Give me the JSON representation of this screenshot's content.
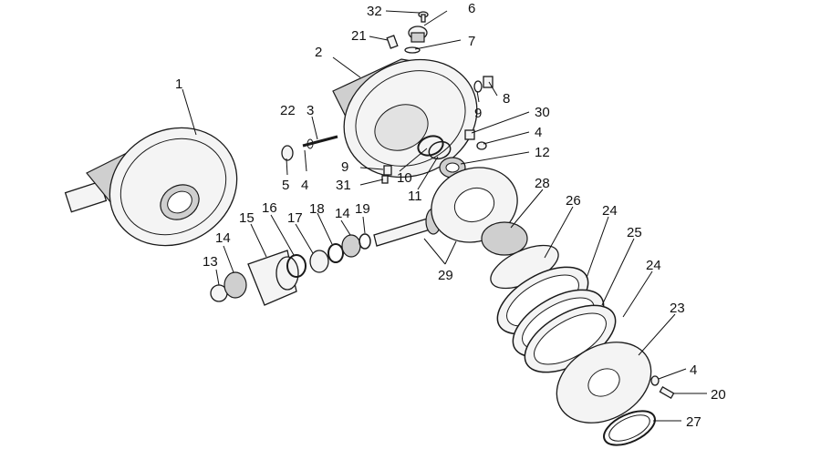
{
  "diagram": {
    "callouts": [
      {
        "id": "c1",
        "label": "1"
      },
      {
        "id": "c2",
        "label": "2"
      },
      {
        "id": "c3",
        "label": "3"
      },
      {
        "id": "c4a",
        "label": "4"
      },
      {
        "id": "c4b",
        "label": "4"
      },
      {
        "id": "c4c",
        "label": "4"
      },
      {
        "id": "c5",
        "label": "5"
      },
      {
        "id": "c6",
        "label": "6"
      },
      {
        "id": "c7",
        "label": "7"
      },
      {
        "id": "c8",
        "label": "8"
      },
      {
        "id": "c9a",
        "label": "9"
      },
      {
        "id": "c9b",
        "label": "9"
      },
      {
        "id": "c10",
        "label": "10"
      },
      {
        "id": "c11",
        "label": "11"
      },
      {
        "id": "c12",
        "label": "12"
      },
      {
        "id": "c13",
        "label": "13"
      },
      {
        "id": "c14a",
        "label": "14"
      },
      {
        "id": "c14b",
        "label": "14"
      },
      {
        "id": "c15",
        "label": "15"
      },
      {
        "id": "c16",
        "label": "16"
      },
      {
        "id": "c17",
        "label": "17"
      },
      {
        "id": "c18",
        "label": "18"
      },
      {
        "id": "c19",
        "label": "19"
      },
      {
        "id": "c20",
        "label": "20"
      },
      {
        "id": "c21",
        "label": "21"
      },
      {
        "id": "c22",
        "label": "22"
      },
      {
        "id": "c23",
        "label": "23"
      },
      {
        "id": "c24a",
        "label": "24"
      },
      {
        "id": "c24b",
        "label": "24"
      },
      {
        "id": "c25",
        "label": "25"
      },
      {
        "id": "c26",
        "label": "26"
      },
      {
        "id": "c27",
        "label": "27"
      },
      {
        "id": "c28",
        "label": "28"
      },
      {
        "id": "c29",
        "label": "29"
      },
      {
        "id": "c30",
        "label": "30"
      },
      {
        "id": "c31",
        "label": "31"
      },
      {
        "id": "c32",
        "label": "32"
      }
    ]
  }
}
